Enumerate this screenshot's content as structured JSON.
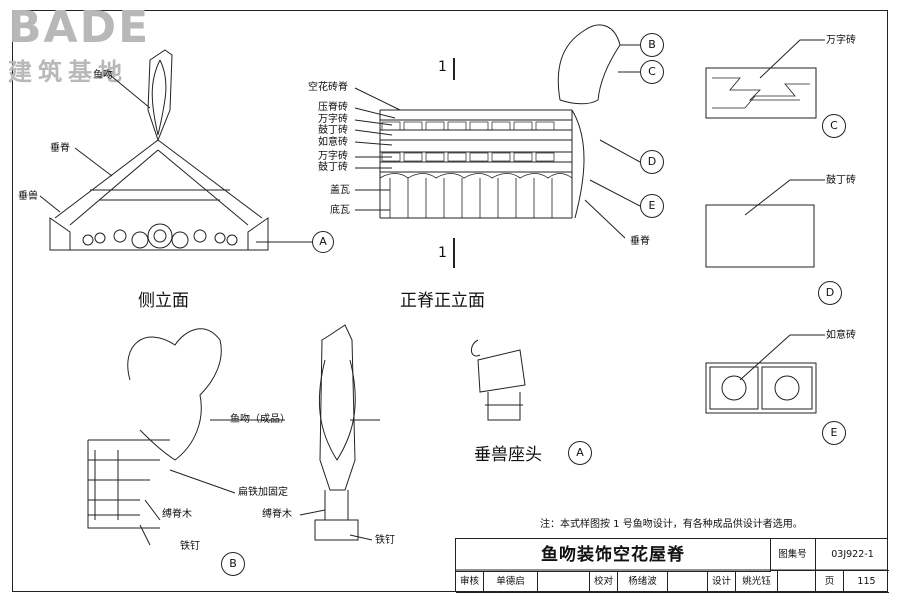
{
  "logo": {
    "brand": "BADE",
    "chinese": "建筑基地"
  },
  "labels": {
    "yuwen_left": "鱼吻",
    "chuiji_top": "垂脊",
    "chuishou": "垂兽",
    "kongjiazhuan": "空花砖脊",
    "yajizhuan": "压脊砖",
    "wanzizhuan1": "万字砖",
    "guding1": "鼓丁砖",
    "ruyi": "如意砖",
    "wanzizhuan2": "万字砖",
    "guding2": "鼓丁砖",
    "gaiwa": "盖瓦",
    "diwa": "底瓦",
    "chuiji_right": "垂脊",
    "section_mark_top": "1",
    "section_mark_bottom": "1",
    "detail_wanzi": "万字砖",
    "detail_guding": "鼓丁砖",
    "detail_ruyi": "如意砖",
    "yuwen_product": "鱼吻（成品）",
    "bianjie": "扁铁加固定",
    "fujimu_left": "缚脊木",
    "tieding_left": "铁钉",
    "fujimu_right": "缚脊木",
    "tieding_right": "铁钉"
  },
  "callouts": {
    "A": "A",
    "B": "B",
    "C": "C",
    "D": "D",
    "E": "E"
  },
  "captions": {
    "side": "侧立面",
    "front": "正脊正立面",
    "chuishou_seat": "垂兽座头"
  },
  "note": "注：本式样图按 1 号鱼吻设计，有各种成品供设计者选用。",
  "title_block": {
    "title": "鱼吻装饰空花屋脊",
    "atlas_label": "图集号",
    "atlas_no": "03J922-1",
    "shenhe": "审核",
    "shenhe_name": "单德启",
    "jiaodui": "校对",
    "jiaodui_name": "杨绪波",
    "sheji": "设计",
    "sheji_name": "姚光钰",
    "page_label": "页",
    "page_no": "115"
  }
}
